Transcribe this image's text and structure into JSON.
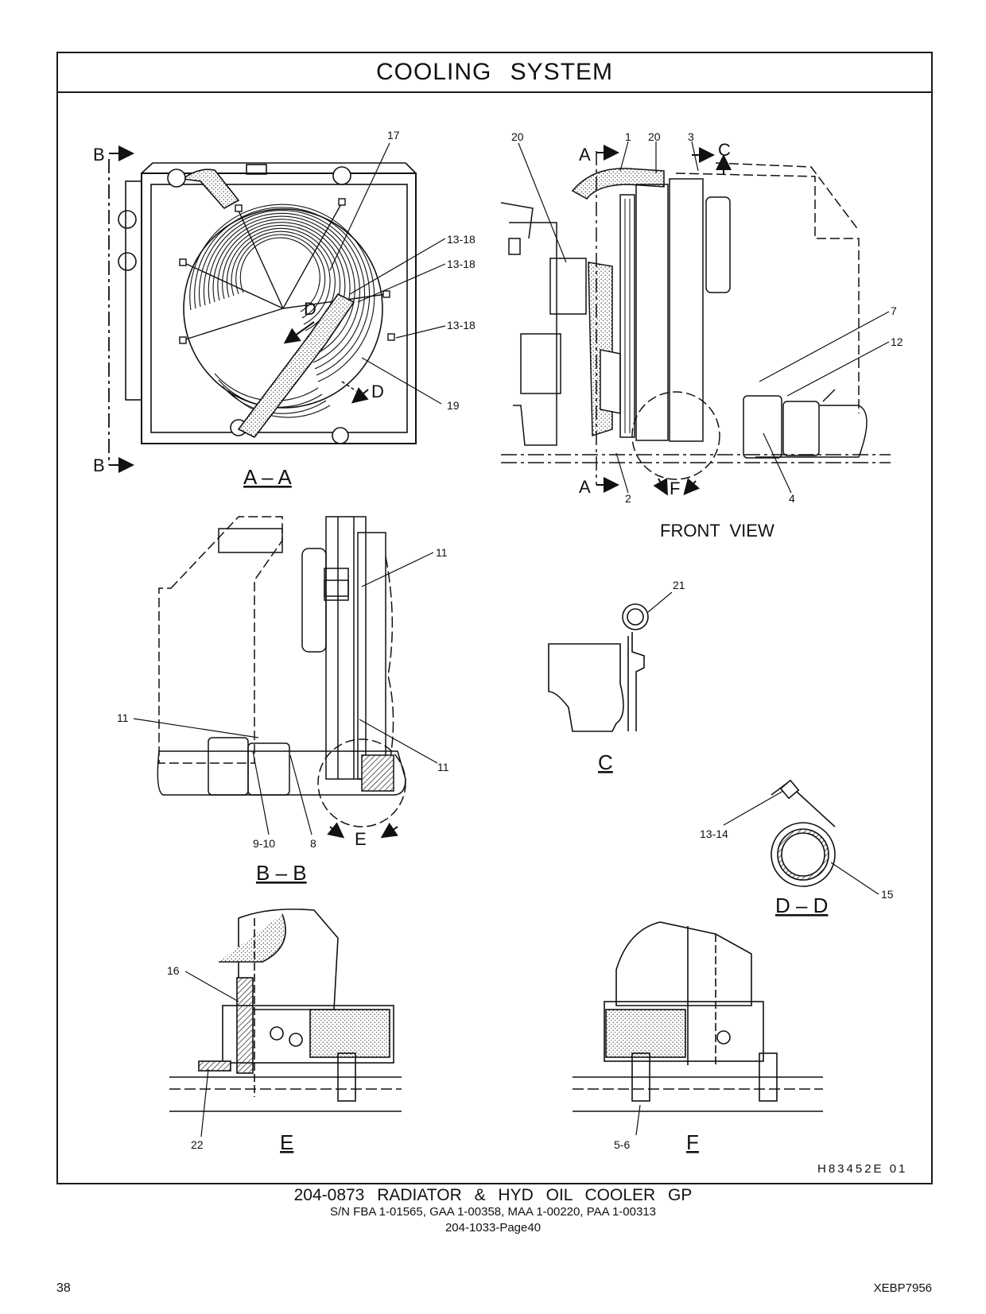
{
  "page_title": "COOLING   SYSTEM",
  "views": {
    "aa": "A – A",
    "bb": "B – B",
    "front": "FRONT  VIEW",
    "c": "C",
    "dd": "D – D",
    "e": "E",
    "f": "F"
  },
  "section_markers": {
    "b": "B",
    "a": "A",
    "c": "C",
    "d": "D",
    "e": "E",
    "f": "F"
  },
  "callouts": {
    "c1": "1",
    "c2": "2",
    "c3": "3",
    "c4": "4",
    "c7": "7",
    "c8": "8",
    "c9_10": "9-10",
    "c11": "11",
    "c12": "12",
    "c13_14": "13-14",
    "c13_18": "13-18",
    "c15": "15",
    "c16": "16",
    "c17": "17",
    "c19": "19",
    "c20": "20",
    "c21": "21",
    "c22": "22",
    "c5_6": "5-6"
  },
  "illustration_code": "H83452E      01",
  "footer": {
    "group": "204-0873   RADIATOR  &  HYD  OIL  COOLER  GP",
    "serials": "S/N FBA 1-01565, GAA 1-00358, MAA 1-00220, PAA 1-00313",
    "ref": "204-1033-Page40"
  },
  "page_number": "38",
  "doc_number": "XEBP7956"
}
